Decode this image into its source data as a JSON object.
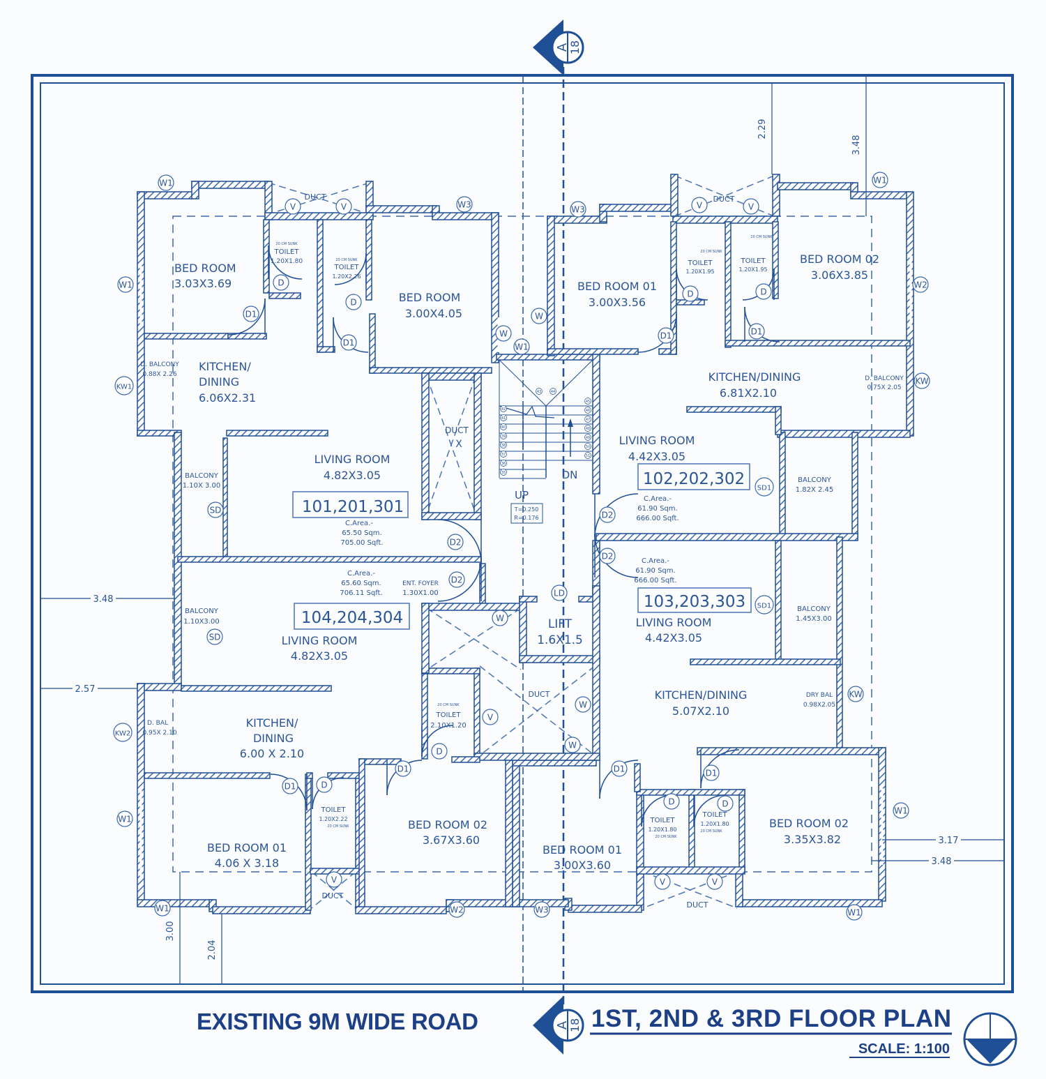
{
  "colors": {
    "line": "#1f4f94",
    "text": "#2b5597",
    "title": "#1d3f86",
    "background": "#fbfcfe"
  },
  "section_marker": {
    "letter": "A",
    "sheet": "18"
  },
  "titles": {
    "road": "EXISTING 9M WIDE ROAD",
    "plan": "1ST, 2ND & 3RD FLOOR PLAN",
    "scale": "SCALE: 1:100"
  },
  "dimensions": {
    "top_a": "2.29",
    "top_b": "3.48",
    "left_a": "3.48",
    "left_b": "2.57",
    "right_a": "3.17",
    "right_b": "3.48",
    "bottom_a": "3.00",
    "bottom_b": "2.04"
  },
  "unit_top_left": {
    "bed_a": {
      "name": "BED ROOM",
      "size": "3.03X3.69"
    },
    "toilet_a": {
      "note": "20 CM SUNK",
      "name": "TOILET",
      "size": "1.20X1.80"
    },
    "toilet_b": {
      "note": "20 CM SUNK",
      "name": "TOILET",
      "size": "1.20X2.26"
    },
    "bed_b": {
      "name": "BED ROOM",
      "size": "3.00X4.05"
    },
    "duct": "DUCT",
    "d_balcony": {
      "name": "D. BALCONY",
      "size": "0.88X 2.26"
    },
    "kitchen": {
      "name1": "KITCHEN/",
      "name2": "DINING",
      "size": "6.06X2.31"
    },
    "living": {
      "name": "LIVING ROOM",
      "size": "4.82X3.05"
    },
    "unit_no": "101,201,301",
    "carpet_area": {
      "label": "C.Area.-",
      "sqm": "65.50 Sqm.",
      "sqft": "705.00 Sqft."
    },
    "balcony": {
      "name": "BALCONY",
      "size": "1.10X 3.00"
    }
  },
  "unit_bottom_left": {
    "carpet_area": {
      "label": "C.Area.-",
      "sqm": "65.60 Sqm.",
      "sqft": "706.11 Sqft."
    },
    "foyer": {
      "name": "ENT. FOYER",
      "size": "1.30X1.00"
    },
    "unit_no": "104,204,304",
    "living": {
      "name": "LIVING ROOM",
      "size": "4.82X3.05"
    },
    "balcony": {
      "name": "BALCONY",
      "size": "1.10X3.00"
    },
    "d_balcony": {
      "name": "D. BAL",
      "size": "0.95X 2.10"
    },
    "kitchen": {
      "name1": "KITCHEN/",
      "name2": "DINING",
      "size": "6.00 X 2.10"
    },
    "toilet_a": {
      "note": "20 CM SUNK",
      "name": "TOILET",
      "size": "2.10X1.20"
    },
    "toilet_b": {
      "name": "TOILET",
      "size": "1.20X2.22",
      "note": "20 CM SUNK"
    },
    "bed_01": {
      "name": "BED ROOM 01",
      "size": "4.06 X 3.18"
    },
    "bed_02": {
      "name": "BED ROOM 02",
      "size": "3.67X3.60"
    },
    "duct": "DUCT"
  },
  "unit_top_right": {
    "bed_01": {
      "name": "BED ROOM 01",
      "size": "3.00X3.56"
    },
    "toilet_a": {
      "note": "20 CM SUNK",
      "name": "TOILET",
      "size": "1.20X1.95"
    },
    "toilet_b": {
      "note": "20 CM SUNK",
      "name": "TOILET",
      "size": "1.20X1.95"
    },
    "bed_02": {
      "name": "BED ROOM 02",
      "size": "3.06X3.85"
    },
    "duct": "DUCT",
    "kitchen": {
      "name": "KITCHEN/DINING",
      "size": "6.81X2.10"
    },
    "d_balcony": {
      "name": "D. BALCONY",
      "size": "0.75X 2.05"
    },
    "living": {
      "name": "LIVING ROOM",
      "size": "4.42X3.05"
    },
    "unit_no": "102,202,302",
    "carpet_area": {
      "label": "C.Area.-",
      "sqm": "61.90 Sqm.",
      "sqft": "666.00 Sqft."
    },
    "balcony": {
      "name": "BALCONY",
      "size": "1.82X 2.45"
    }
  },
  "unit_bottom_right": {
    "carpet_area": {
      "label": "C.Area.-",
      "sqm": "61.90 Sqm.",
      "sqft": "666.00 Sqft."
    },
    "unit_no": "103,203,303",
    "living": {
      "name": "LIVING ROOM",
      "size": "4.42X3.05"
    },
    "balcony": {
      "name": "BALCONY",
      "size": "1.45X3.00"
    },
    "kitchen": {
      "name": "KITCHEN/DINING",
      "size": "5.07X2.10"
    },
    "dry_balcony": {
      "name": "DRY BAL",
      "size": "0.98X2.05"
    },
    "toilet_a": {
      "name": "TOILET",
      "size": "1.20X1.80",
      "note": "20 CM SUNK"
    },
    "toilet_b": {
      "name": "TOILET",
      "size": "1.20X1.80",
      "note": "20 CM SUNK"
    },
    "bed_02": {
      "name": "BED ROOM 02",
      "size": "3.35X3.82"
    },
    "bed_01": {
      "name": "BED ROOM 01",
      "size": "3.00X3.60"
    },
    "duct": "DUCT"
  },
  "core": {
    "duct_a": {
      "name": "DUCT",
      "mark": "X"
    },
    "stair": {
      "up": "UP",
      "dn": "DN",
      "tread": "T=0.250",
      "riser": "R=0.176"
    },
    "stair_steps_left": [
      "42",
      "41",
      "40",
      "39",
      "38",
      "37",
      "36",
      "35"
    ],
    "stair_steps_top": [
      "43",
      "44"
    ],
    "stair_steps_right": [
      "45",
      "46",
      "47",
      "48",
      "49",
      "50",
      "51"
    ],
    "lift": {
      "name": "LIFT",
      "size": "1.6X1.5"
    },
    "duct_b": "DUCT"
  },
  "tags": [
    "W1",
    "W3",
    "W1",
    "KW1",
    "D",
    "D1",
    "D",
    "D1",
    "W",
    "W",
    "W1",
    "V",
    "V",
    "W3",
    "W1",
    "W2",
    "D",
    "D",
    "D1",
    "D1",
    "KW",
    "V",
    "V",
    "SD",
    "D2",
    "D2",
    "SD",
    "D2",
    "D2",
    "SD1",
    "SD1",
    "LD",
    "W",
    "W",
    "W",
    "V",
    "D",
    "KW",
    "KW2",
    "W1",
    "D1",
    "D",
    "D1",
    "W1",
    "V",
    "W2",
    "W3",
    "D1",
    "D",
    "D",
    "D1",
    "V",
    "V",
    "W1",
    "W1"
  ]
}
